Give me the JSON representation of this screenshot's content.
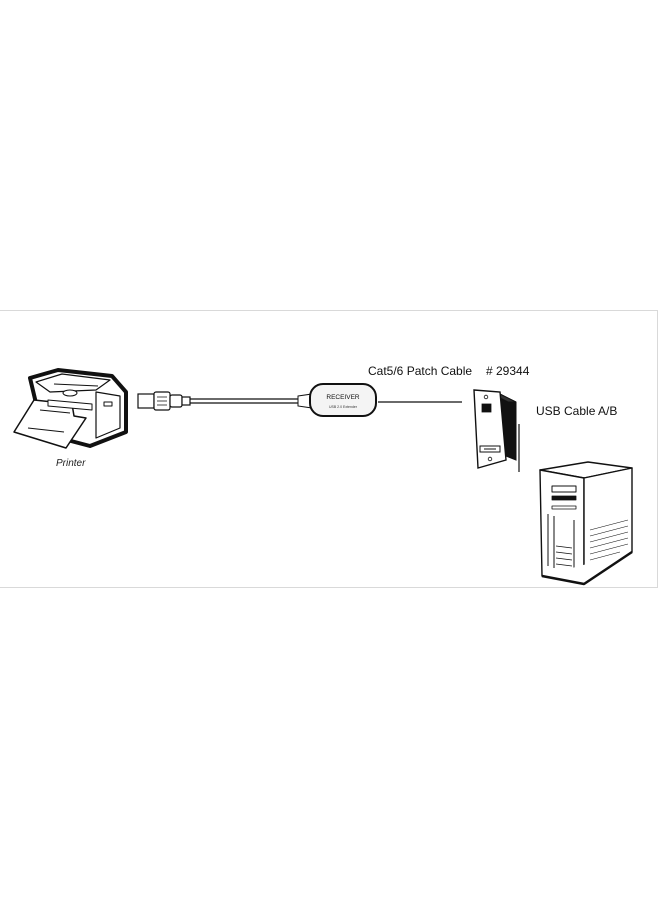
{
  "diagram": {
    "printer_label": "Printer",
    "receiver_label": "RECEIVER",
    "receiver_sublabel": "USB 2.0 Extender",
    "patch_cable_label": "Cat5/6 Patch Cable",
    "part_number_label": "# 29344",
    "usb_cable_label": "USB Cable A/B"
  }
}
